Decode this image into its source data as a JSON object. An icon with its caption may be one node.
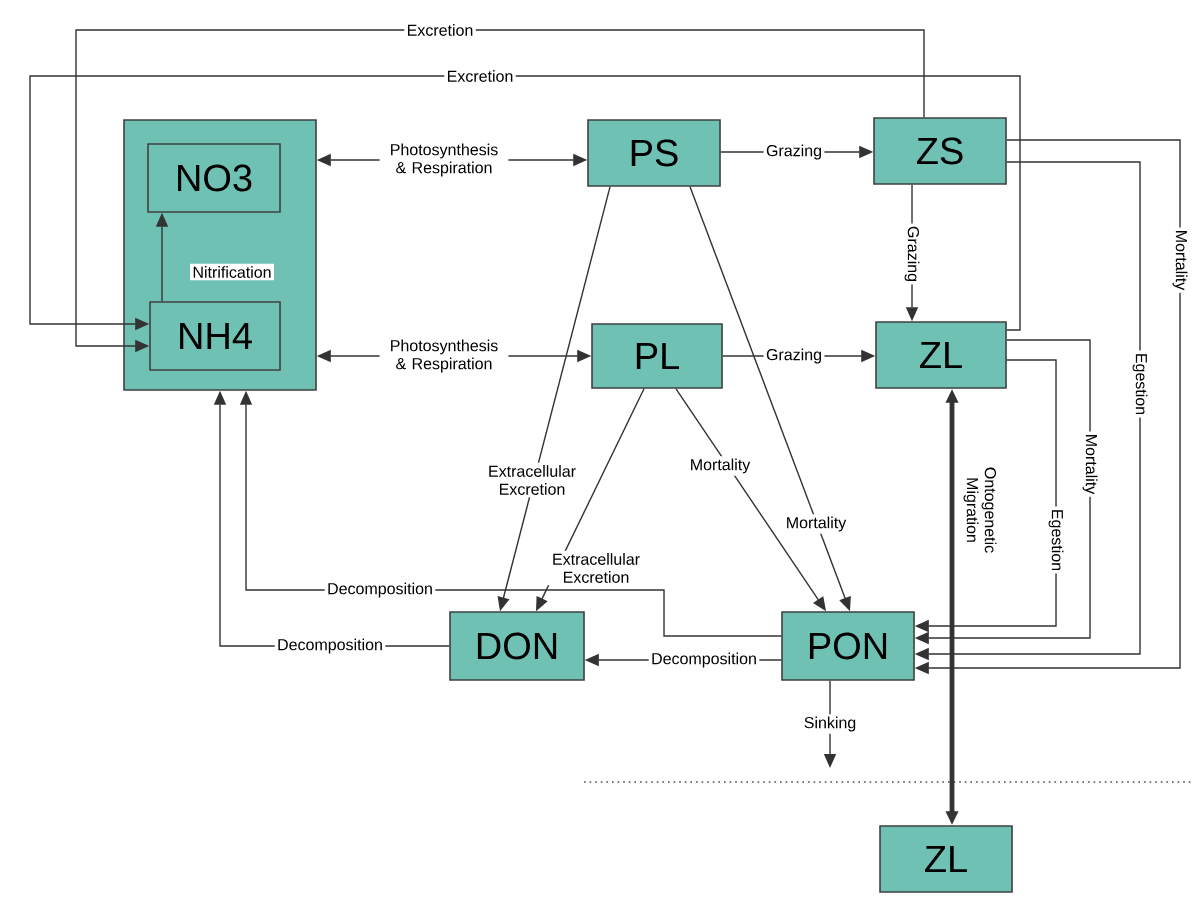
{
  "diagram": {
    "nodes": [
      {
        "text": [],
        "shape": "box"
      },
      {
        "text": [
          "NO3"
        ],
        "in": 0
      },
      {
        "text": [
          "NH4"
        ],
        "in": 0
      },
      {
        "text": [
          "PS"
        ]
      },
      {
        "text": [
          "ZS"
        ]
      },
      {
        "text": [
          "PL"
        ]
      },
      {
        "text": [
          "ZL"
        ]
      },
      {
        "text": [
          "DON"
        ]
      },
      {
        "text": [
          "PON"
        ]
      },
      {
        "text": [
          "ZL"
        ]
      }
    ],
    "edges": [
      {
        "from": 2,
        "to": 1,
        "arrow": "to",
        "label": "Nitrification"
      },
      {
        "from": 0,
        "to": 3,
        "arrow": "both",
        "label": "Photosynthesis & Respiration"
      },
      {
        "from": 0,
        "to": 5,
        "arrow": "both",
        "label": "Photosynthesis & Respiration"
      },
      {
        "from": 4,
        "to": 2,
        "arrow": "to",
        "label": "Excretion"
      },
      {
        "from": 6,
        "to": 2,
        "arrow": "to",
        "label": "Excretion"
      },
      {
        "from": 3,
        "to": 4,
        "arrow": "to",
        "label": "Grazing"
      },
      {
        "from": 5,
        "to": 6,
        "arrow": "to",
        "label": "Grazing"
      },
      {
        "from": 4,
        "to": 6,
        "arrow": "to",
        "label": "Grazing"
      },
      {
        "from": 3,
        "to": 7,
        "arrow": "to",
        "label": "Extracellular Excretion"
      },
      {
        "from": 5,
        "to": 7,
        "arrow": "to",
        "label": "Extracellular Excretion"
      },
      {
        "from": 3,
        "to": 8,
        "arrow": "to",
        "label": "Mortality"
      },
      {
        "from": 5,
        "to": 8,
        "arrow": "to",
        "label": "Mortality"
      },
      {
        "from": 4,
        "to": 8,
        "arrow": "to",
        "label": "Mortality"
      },
      {
        "from": 4,
        "to": 8,
        "arrow": "to",
        "label": "Egestion"
      },
      {
        "from": 6,
        "to": 8,
        "arrow": "to",
        "label": "Mortality"
      },
      {
        "from": 6,
        "to": 8,
        "arrow": "to",
        "label": "Egestion"
      },
      {
        "from": 8,
        "to": 7,
        "arrow": "to",
        "label": "Decomposition"
      },
      {
        "from": 7,
        "to": 0,
        "arrow": "to",
        "label": "Decomposition"
      },
      {
        "from": 8,
        "to": 0,
        "arrow": "to",
        "label": "Decomposition"
      },
      {
        "from": 8,
        "to": null,
        "arrow": "to",
        "label": "Sinking"
      },
      {
        "from": 9,
        "to": 6,
        "arrow": "both",
        "label": "Ontogenetic Migration",
        "style": "thick"
      }
    ]
  }
}
